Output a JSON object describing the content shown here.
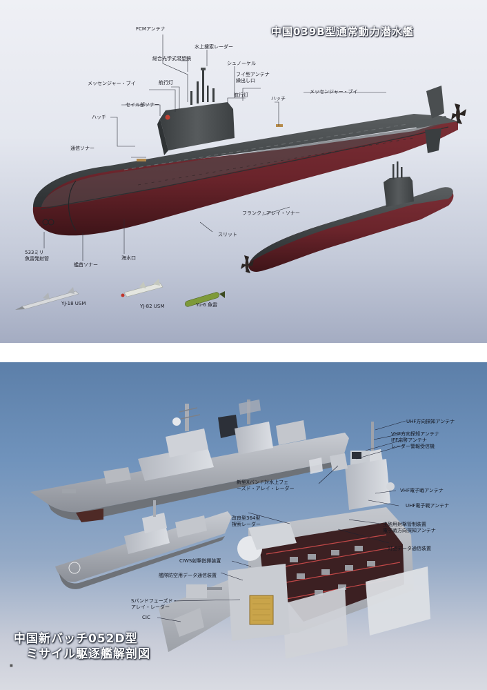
{
  "submarine": {
    "title": "中国039B型通常動力潜水艦",
    "labels": {
      "fcm_antenna": "FCMアンテナ",
      "surface_radar": "水上捜索レーダー",
      "periscope": "総合光学式潜望鏡",
      "snorkel": "シュノーケル",
      "messenger_buoy_left": "メッセンジャー・ブイ",
      "nav_light_top": "航行灯",
      "fi_antenna_1": "フイ型アンテナ",
      "fi_antenna_2": "繰出し口",
      "nav_light_2": "航行灯",
      "sail_sonar": "セイル部ソナー",
      "hatch_left": "ハッチ",
      "hatch_right": "ハッチ",
      "messenger_buoy_right": "メッセンジャー・ブイ",
      "comm_sonar": "通信ソナー",
      "flank_array_sonar": "フランク・アレイ・ソナー",
      "slit": "スリット",
      "torpedo_tube_1": "533ミリ",
      "torpedo_tube_2": "魚雷発射管",
      "water_intake": "海水口",
      "bow_sonar": "艦首ソナー",
      "yj18": "YJ-18 USM",
      "yj82": "YJ-82 USM",
      "yu6": "Yu-6 魚雷"
    }
  },
  "destroyer": {
    "title_line1": "中国新バッチ052D型",
    "title_line2": "ミサイル駆逐艦解剖図",
    "labels": {
      "uhf_df": "UHF方向探知アンテナ",
      "vhf_df": "VHF方向探知アンテナ",
      "iff": "IFF応答アンテナ",
      "radar_warning": "レーダー警報受信機",
      "xband_1": "新型Xバンド対水上フェ",
      "xband_2": "ーズド・アレイ・レーダー",
      "vhf_comm": "VHF電子戦アンテナ",
      "uhf_comm": "UHF電子戦アンテナ",
      "radar364_1": "改良型364型",
      "radar364_2": "捜索レーダー",
      "main_fcs_1": "主砲用射撃管制装置",
      "main_fcs_2": "電子戦方向探知アンテナ",
      "antiair_link": "対空データ通信装置",
      "ciws": "CIWS射撃指揮装置",
      "datalink": "艦隊防空用データ通信装置",
      "sband_1": "Sバンドフェーズド・",
      "sband_2": "アレイ・レーダー",
      "cic": "CIC"
    }
  },
  "page": {
    "number": "■"
  }
}
